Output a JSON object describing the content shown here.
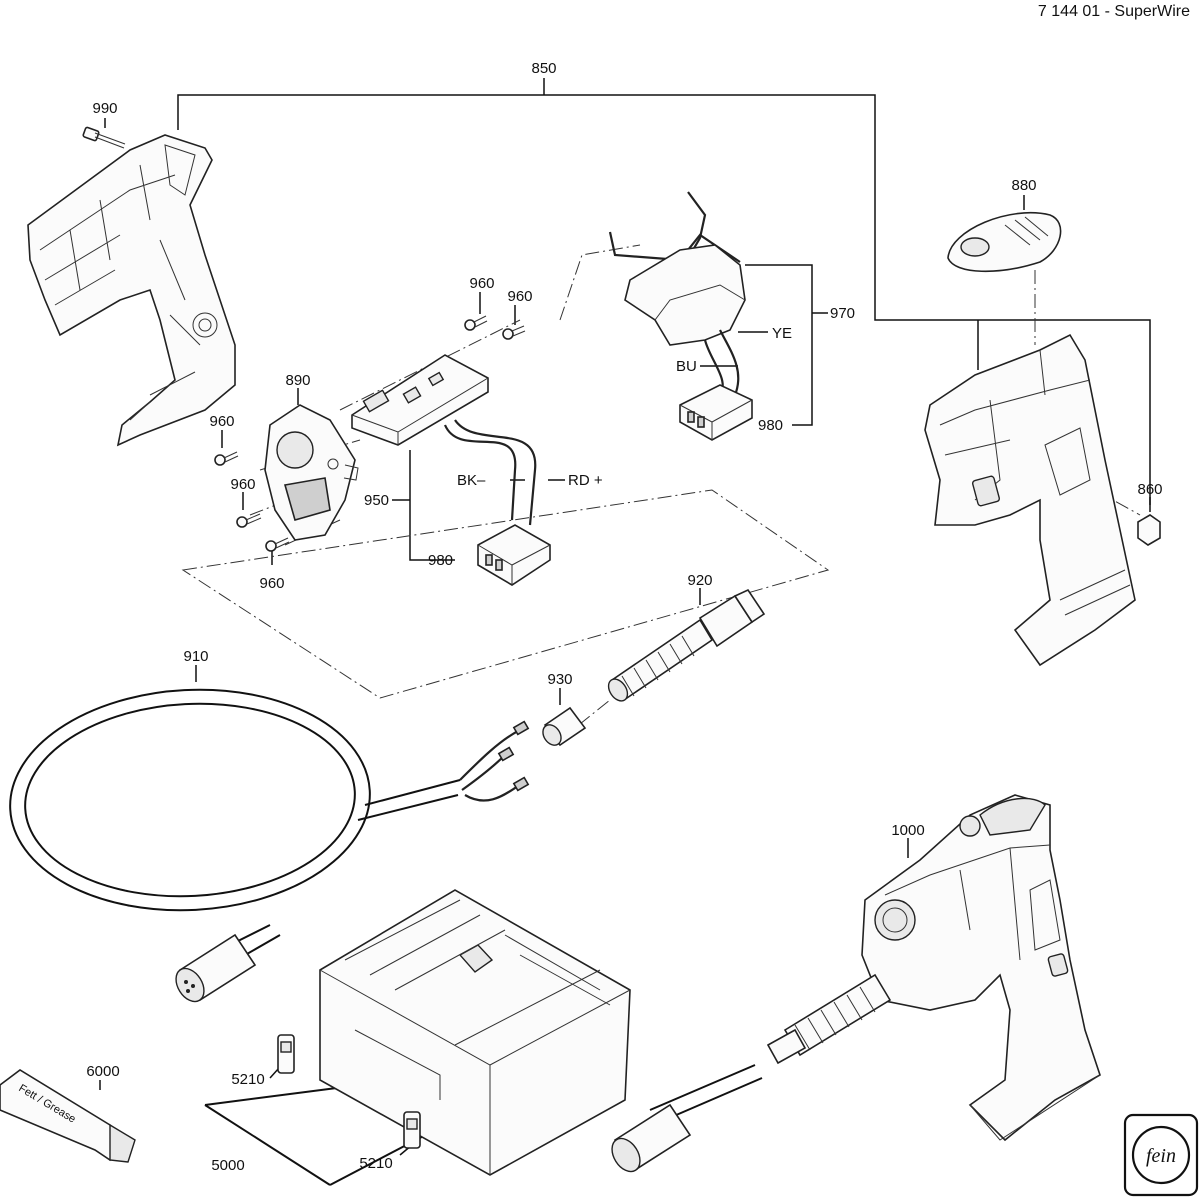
{
  "title": "7 144 01 - SuperWire",
  "labels": {
    "p850": "850",
    "p990": "990",
    "p880": "880",
    "p960a": "960",
    "p960b": "960",
    "p960c": "960",
    "p960d": "960",
    "p960e": "960",
    "p890": "890",
    "p970": "970",
    "ye": "YE",
    "bu": "BU",
    "p980a": "980",
    "p860": "860",
    "bk": "BK–",
    "rd": "RD +",
    "p950": "950",
    "p980b": "980",
    "p920": "920",
    "p910": "910",
    "p930": "930",
    "p1000": "1000",
    "p6000": "6000",
    "p5210a": "5210",
    "p5000": "5000",
    "p5210b": "5210"
  },
  "grease_text": "Fett / Grease",
  "logo_text": "fein"
}
